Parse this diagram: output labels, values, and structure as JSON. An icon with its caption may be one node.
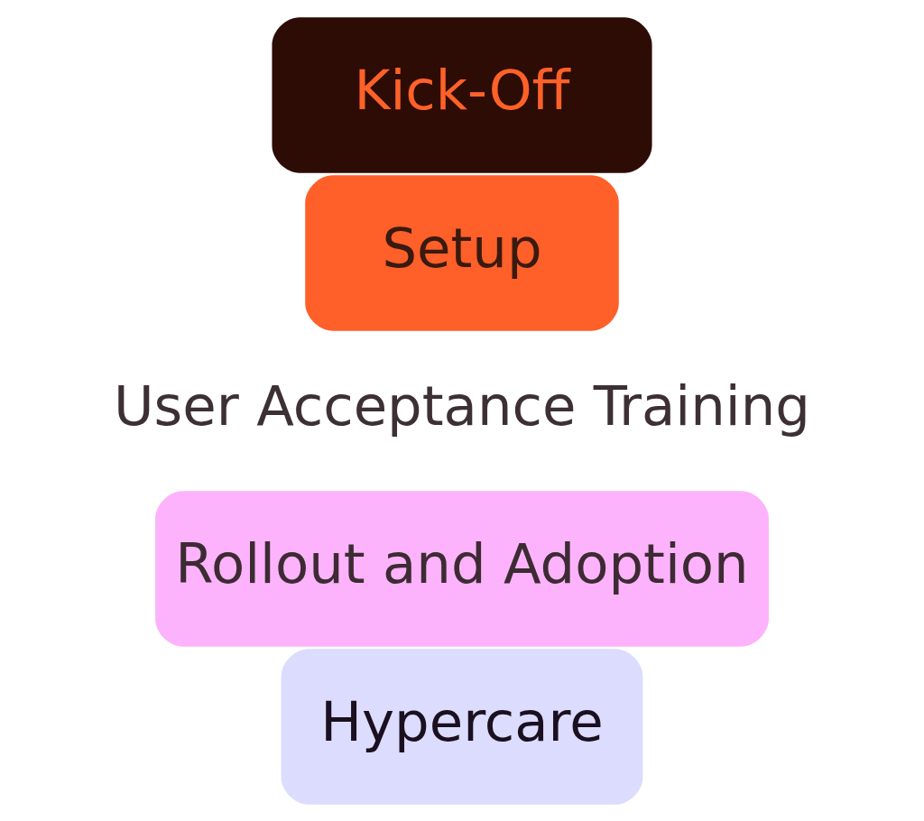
{
  "diagram": {
    "nodes": [
      {
        "text": [
          "Kick-Off"
        ]
      },
      {
        "text": [
          "Setup"
        ]
      },
      {
        "text": [
          "User Acceptance Training"
        ]
      },
      {
        "text": [
          "Rollout and Adoption"
        ]
      },
      {
        "text": [
          "Hypercare"
        ]
      }
    ]
  }
}
